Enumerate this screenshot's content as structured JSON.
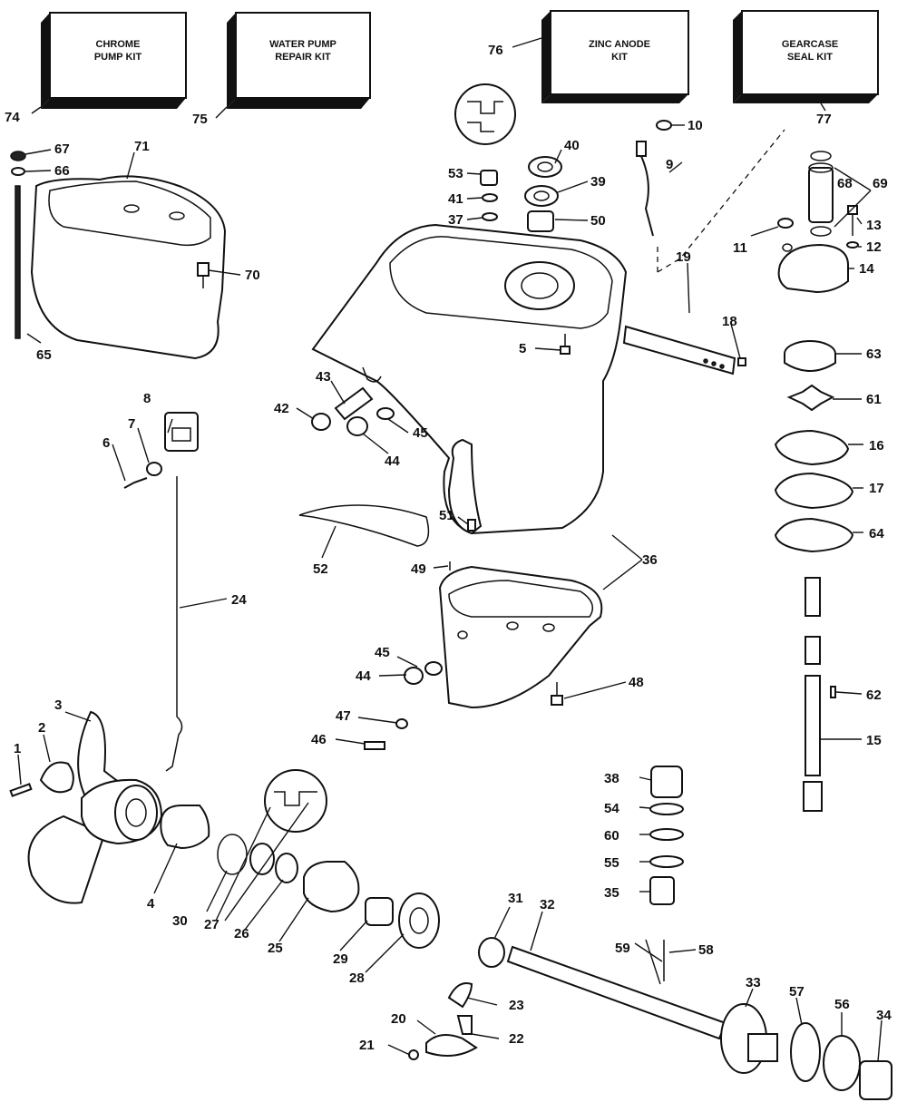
{
  "kits": [
    {
      "id": "74",
      "line1": "CHROME",
      "line2": "PUMP KIT"
    },
    {
      "id": "75",
      "line1": "WATER PUMP",
      "line2": "REPAIR KIT"
    },
    {
      "id": "76",
      "line1": "ZINC ANODE",
      "line2": "KIT"
    },
    {
      "id": "77",
      "line1": "GEARCASE",
      "line2": "SEAL KIT"
    }
  ],
  "callouts": {
    "c1": "1",
    "c2": "2",
    "c3": "3",
    "c4": "4",
    "c5": "5",
    "c6": "6",
    "c7": "7",
    "c8": "8",
    "c9": "9",
    "c10": "10",
    "c11": "11",
    "c12": "12",
    "c13": "13",
    "c14": "14",
    "c15": "15",
    "c16": "16",
    "c17": "17",
    "c18": "18",
    "c19": "19",
    "c20": "20",
    "c21": "21",
    "c22": "22",
    "c23": "23",
    "c24": "24",
    "c25": "25",
    "c26": "26",
    "c27": "27",
    "c28": "28",
    "c29": "29",
    "c30": "30",
    "c31": "31",
    "c32": "32",
    "c33": "33",
    "c34": "34",
    "c35": "35",
    "c36": "36",
    "c37": "37",
    "c38": "38",
    "c39": "39",
    "c40": "40",
    "c41": "41",
    "c42": "42",
    "c43": "43",
    "c44a": "44",
    "c44b": "44",
    "c45a": "45",
    "c45b": "45",
    "c46": "46",
    "c47": "47",
    "c48": "48",
    "c49": "49",
    "c50": "50",
    "c51": "51",
    "c52": "52",
    "c53": "53",
    "c54": "54",
    "c55": "55",
    "c56": "56",
    "c57": "57",
    "c58": "58",
    "c59": "59",
    "c60": "60",
    "c61": "61",
    "c62": "62",
    "c63": "63",
    "c64": "64",
    "c65": "65",
    "c66": "66",
    "c67": "67",
    "c68": "68",
    "c69": "69",
    "c70": "70",
    "c71": "71",
    "c74": "74",
    "c75": "75",
    "c76": "76",
    "c77": "77"
  }
}
